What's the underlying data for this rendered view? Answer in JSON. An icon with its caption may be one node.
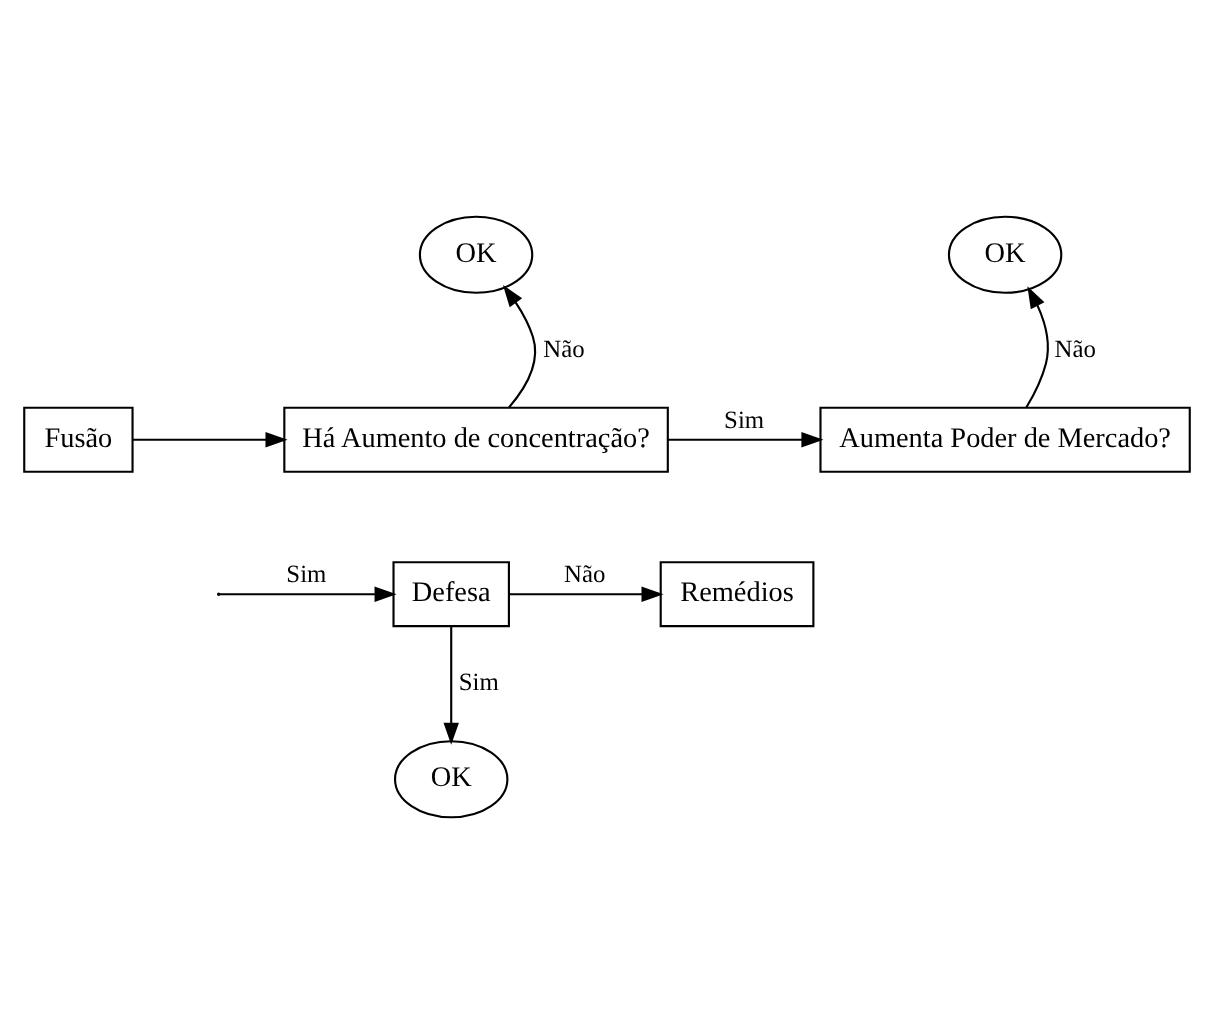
{
  "diagram": {
    "nodes": [
      {
        "text": [
          "Fusão"
        ]
      },
      {
        "text": [
          "Há Aumento de concentração?"
        ]
      },
      {
        "text": [
          "OK"
        ]
      },
      {
        "text": [
          "Aumenta Poder de Mercado?"
        ]
      },
      {
        "text": [
          "OK"
        ]
      },
      {
        "text": [
          "Defesa"
        ]
      },
      {
        "text": [
          "Remédios"
        ]
      },
      {
        "text": [
          "OK"
        ]
      }
    ],
    "edges": [
      {
        "from": 0,
        "to": 1,
        "arrow": "to"
      },
      {
        "from": 1,
        "to": 2,
        "arrow": "to",
        "label": "Não"
      },
      {
        "from": 1,
        "to": 3,
        "arrow": "to",
        "label": "Sim"
      },
      {
        "from": 3,
        "to": 4,
        "arrow": "to",
        "label": "Não"
      },
      {
        "from": null,
        "to": 5,
        "arrow": "to",
        "label": "Sim"
      },
      {
        "from": 5,
        "to": 6,
        "arrow": "to",
        "label": "Não"
      },
      {
        "from": 5,
        "to": 7,
        "arrow": "to",
        "label": "Sim"
      }
    ]
  }
}
